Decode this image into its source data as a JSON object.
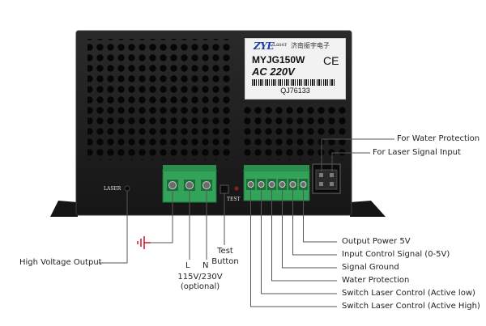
{
  "sticker": {
    "logo": "ZYE",
    "laser_word": "Laser",
    "company_cn": "济南振宇电子",
    "model": "MYJG150W",
    "ce_mark": "CE",
    "voltage": "AC 220V",
    "serial": "QJ76133"
  },
  "panel_marks": {
    "laser": "LASER",
    "test": "TEST"
  },
  "callouts": {
    "high_voltage_output": "High Voltage Output",
    "l": "L",
    "n": "N",
    "mains": "115V/230V",
    "optional": "(optional)",
    "test_button_line1": "Test",
    "test_button_line2": "Button",
    "for_water_protection": "For Water Protection",
    "for_laser_signal_input": "For Laser Signal Input",
    "output_power_5v": "Output Power 5V",
    "input_control_signal": "Input Control Signal (0-5V)",
    "signal_ground": "Signal Ground",
    "water_protection": "Water Protection",
    "switch_active_low": "Switch Laser Control (Active low)",
    "switch_active_high": "Switch Laser Control (Active High)"
  },
  "colors": {
    "case": "#1e1e1e",
    "terminal_green": "#33a35a",
    "sticker_blue": "#1b3fa8",
    "ground_symbol": "#d0021b"
  },
  "icons": [
    "ground-symbol-icon",
    "ce-mark-icon",
    "barcode-icon"
  ]
}
